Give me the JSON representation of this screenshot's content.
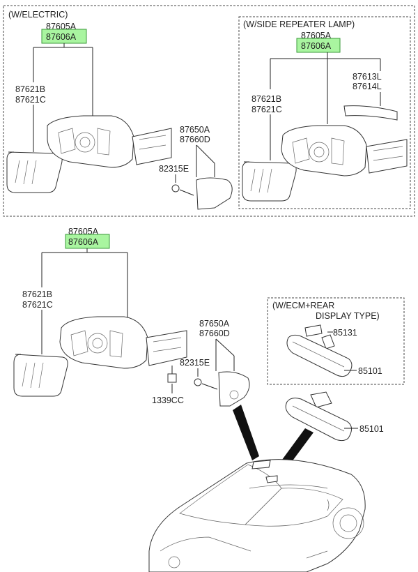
{
  "labels": {
    "w_electric": "(W/ELECTRIC)",
    "w_side_repeater": "(W/SIDE REPEATER LAMP)",
    "w_ecm_rear": "(W/ECM+REAR",
    "display_type": "DISPLAY TYPE)"
  },
  "parts": {
    "p87605A": "87605A",
    "p87606A": "87606A",
    "p87621B": "87621B",
    "p87621C": "87621C",
    "p87650A": "87650A",
    "p87660D": "87660D",
    "p82315E": "82315E",
    "p87613L": "87613L",
    "p87614L": "87614L",
    "p1339CC": "1339CC",
    "p85131": "85131",
    "p85101": "85101"
  },
  "highlight_color": "#a9f5a0"
}
